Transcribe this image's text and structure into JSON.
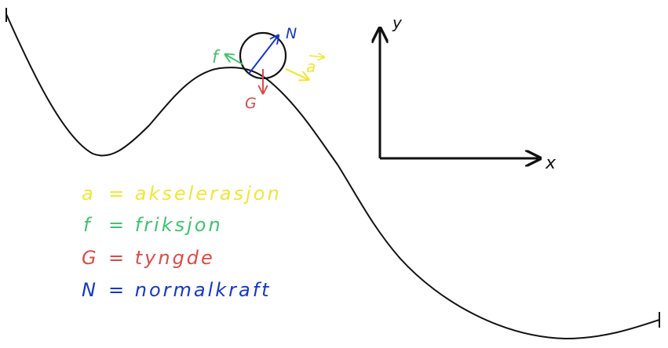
{
  "colors": {
    "ink": "#111111",
    "friction": "#3ec46d",
    "normal": "#1537c9",
    "gravity": "#e04848",
    "acceleration": "#f2e634"
  },
  "vectors": {
    "N": "N",
    "f": "f",
    "G": "G",
    "a": "a"
  },
  "axes": {
    "x": "x",
    "y": "y"
  },
  "legend": [
    {
      "symbol": "a",
      "text": "= akselerasjon",
      "color": "#f2e634"
    },
    {
      "symbol": "f",
      "text": "= friksjon",
      "color": "#3ec46d"
    },
    {
      "symbol": "G",
      "text": "= tyngde",
      "color": "#e04848"
    },
    {
      "symbol": "N",
      "text": "= normalkraft",
      "color": "#1537c9"
    }
  ]
}
